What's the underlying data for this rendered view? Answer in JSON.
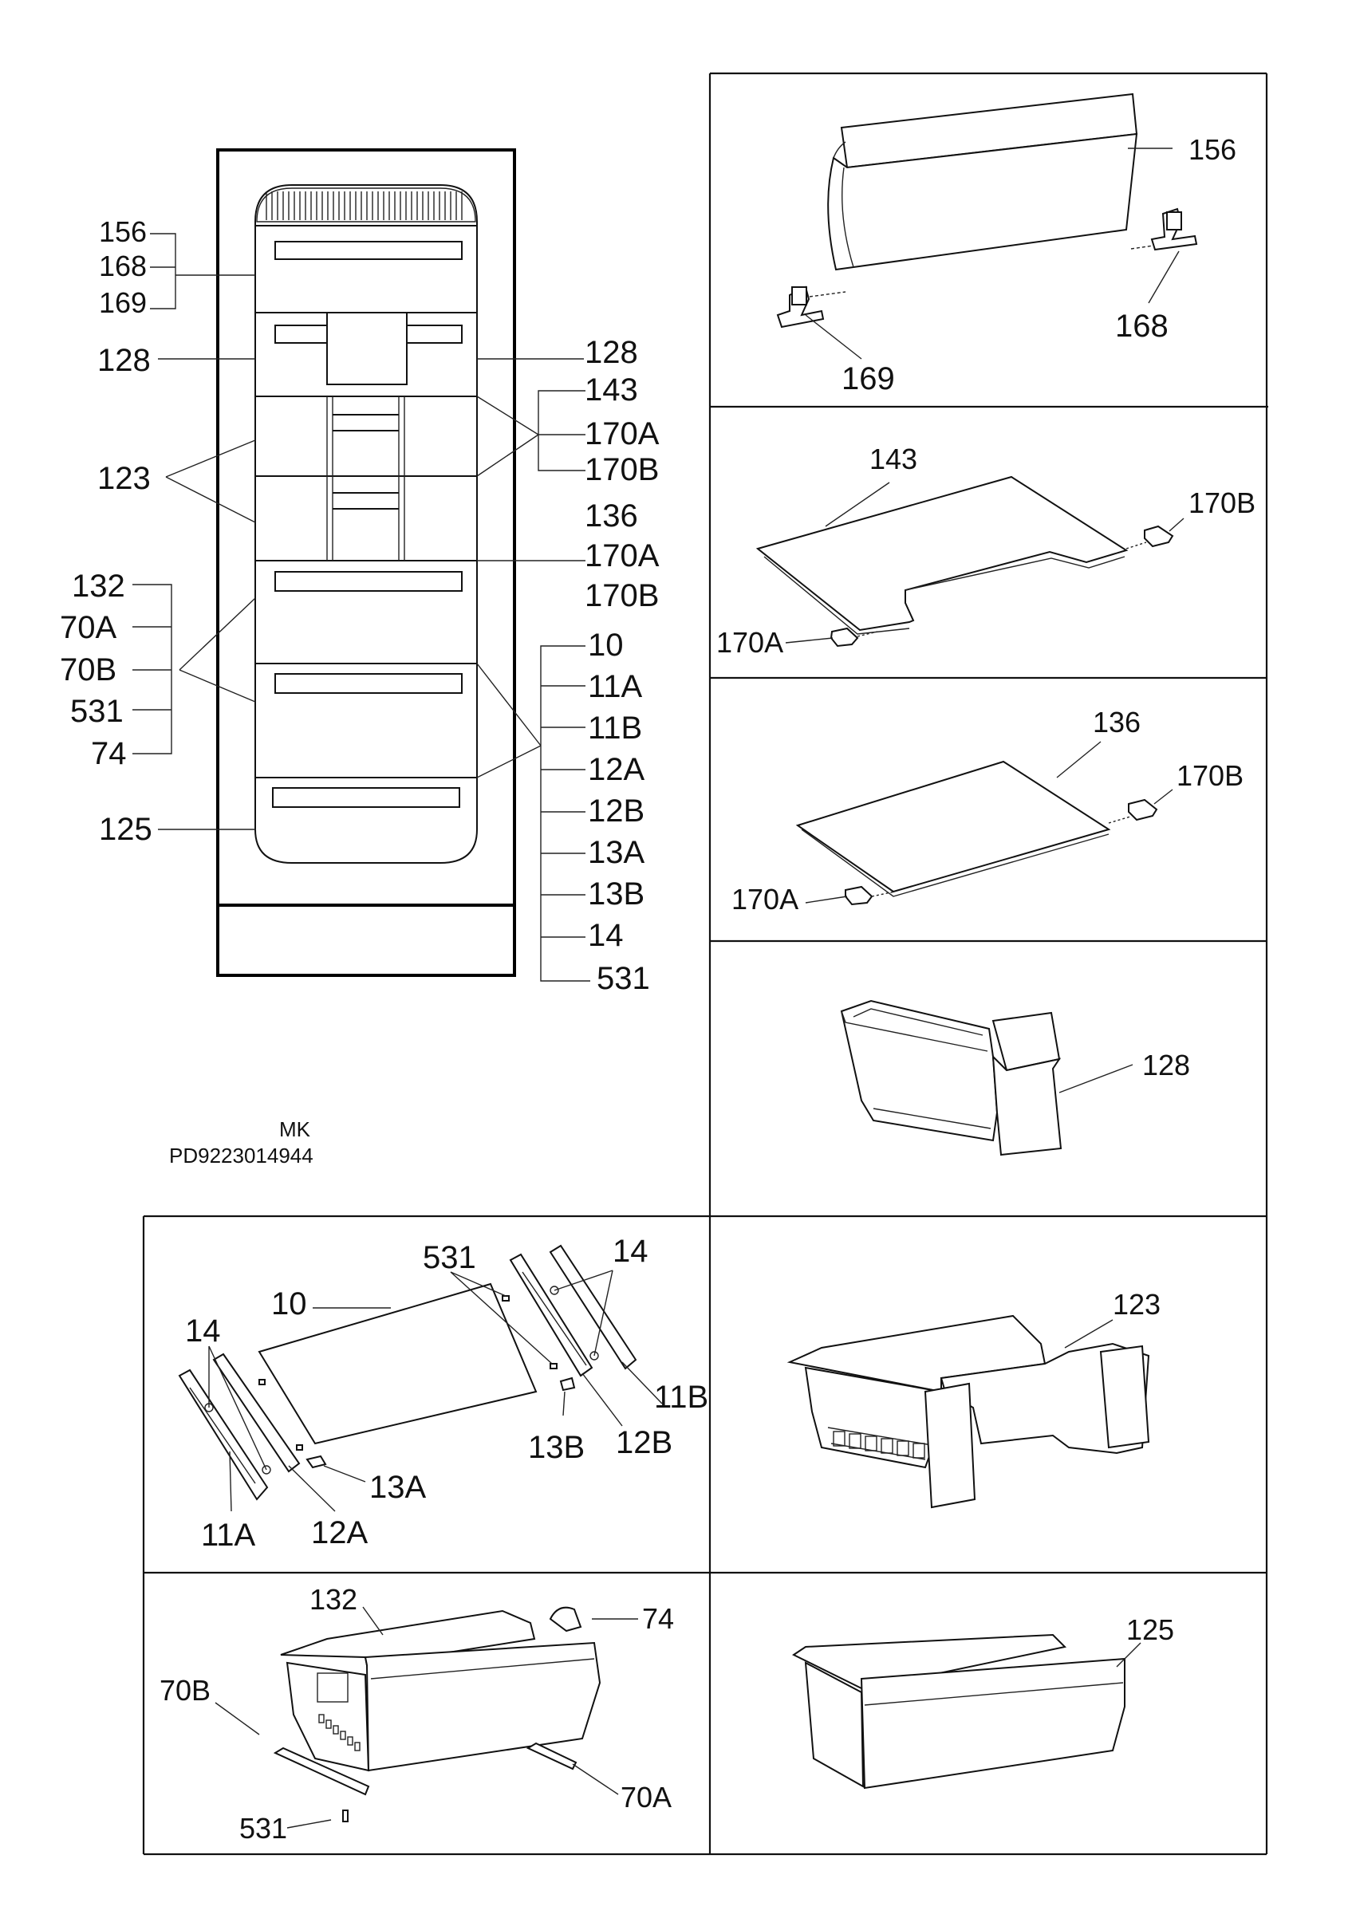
{
  "overview": {
    "model_code": "MK",
    "part_number": "PD9223014944",
    "left_labels": {
      "top_group": [
        "156",
        "168",
        "169"
      ],
      "door_shelf": "128",
      "drawers_pair": "123",
      "drawer_group": [
        "132",
        "70A",
        "70B",
        "531",
        "74"
      ],
      "bottom_drawer": "125"
    },
    "right_labels": {
      "door_shelf": "128",
      "shelf_group_1": [
        "143",
        "170A",
        "170B"
      ],
      "shelf_group_2": [
        "136",
        "170A",
        "170B"
      ],
      "rail_group": [
        "10",
        "11A",
        "11B",
        "12A",
        "12B",
        "13A",
        "13B",
        "14",
        "531"
      ]
    }
  },
  "panels": {
    "flap": {
      "main": "156",
      "left_hinge": "169",
      "right_hinge": "168"
    },
    "shelf_notched": {
      "main": "143",
      "left_clip": "170A",
      "right_clip": "170B"
    },
    "shelf_plain": {
      "main": "136",
      "left_clip": "170A",
      "right_clip": "170B"
    },
    "door_bin": {
      "main": "128"
    },
    "glass_rails": {
      "glass": "10",
      "screw": "531",
      "screw_left": "14",
      "screw_right": "14",
      "rail_left": "11A",
      "guide_left": "12A",
      "stop_left": "13A",
      "rail_right": "11B",
      "guide_right": "12B",
      "stop_right": "13B"
    },
    "bin_double": {
      "main": "123"
    },
    "drawer": {
      "main": "132",
      "knob": "74",
      "rail_left": "70B",
      "rail_right": "70A",
      "screw": "531"
    },
    "drawer_bottom": {
      "main": "125"
    }
  }
}
